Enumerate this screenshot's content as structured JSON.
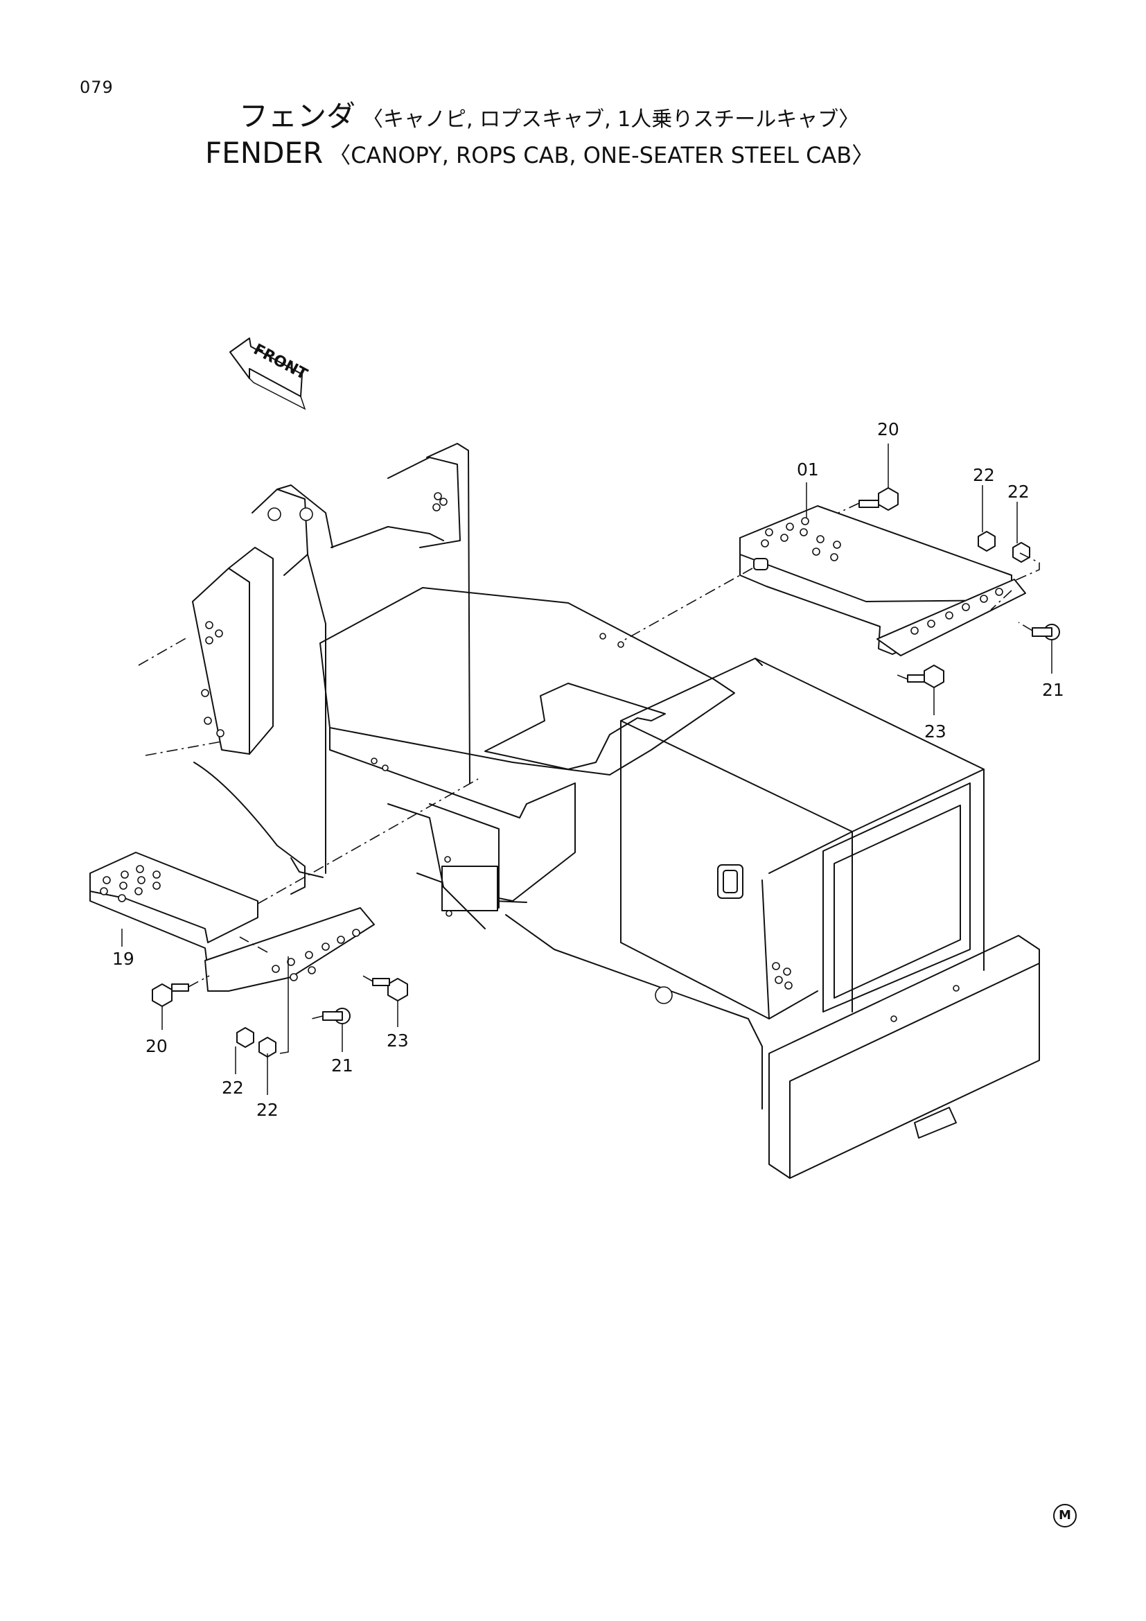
{
  "page_number": "079",
  "title_jp": {
    "main": "フェンダ",
    "variants": "〈キャノピ, ロプスキャブ, 1人乗りスチールキャブ〉"
  },
  "title_en": {
    "main": "FENDER",
    "variants": "〈CANOPY, ROPS CAB, ONE-SEATER STEEL CAB〉"
  },
  "direction_label": "FRONT",
  "callouts": {
    "c01": "01",
    "c19": "19",
    "c20_right": "20",
    "c20_left": "20",
    "c21_right": "21",
    "c21_left": "21",
    "c22_right_a": "22",
    "c22_right_b": "22",
    "c22_left_a": "22",
    "c22_left_b": "22",
    "c23_right": "23",
    "c23_left": "23"
  },
  "manufacturer_mark": "M"
}
